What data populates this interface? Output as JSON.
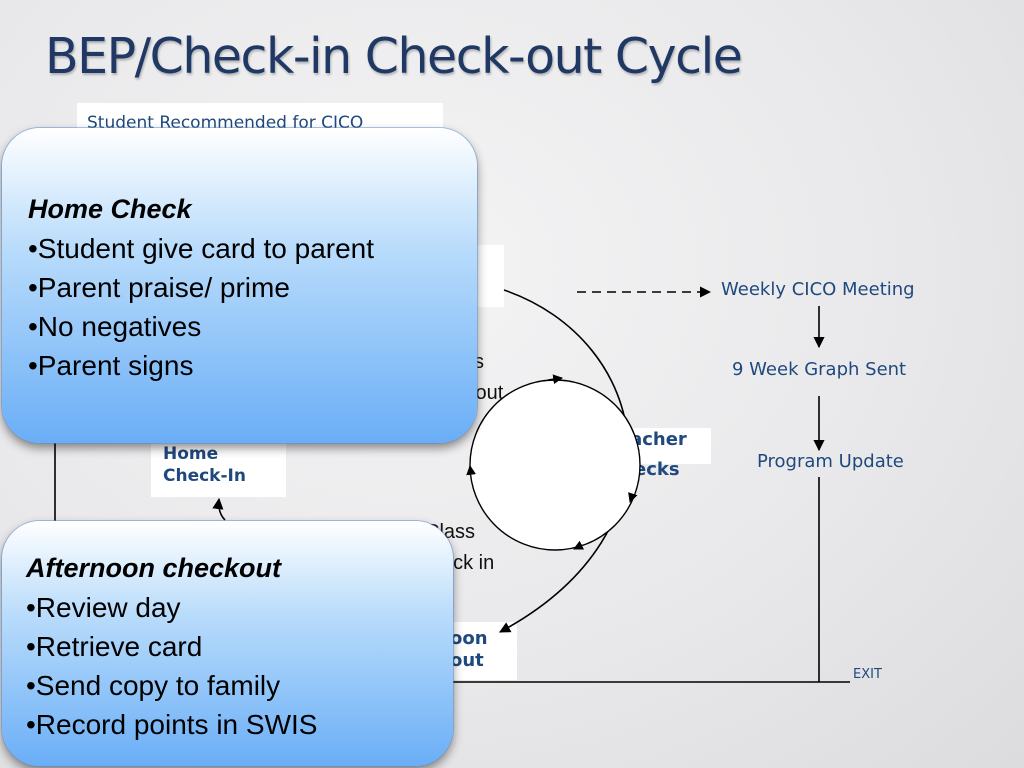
{
  "title": "BEP/Check-in Check-out Cycle",
  "boxes": {
    "recommended": "Student Recommended for CICO",
    "home_checkin_1": "Home",
    "home_checkin_2": "Check-In",
    "teacher_checks_1": "Teacher",
    "teacher_checks_2": "Checks",
    "afternoon_frag_1": "oon",
    "afternoon_frag_2": "out"
  },
  "right_flow": {
    "weekly_meeting": "Weekly CICO Meeting",
    "graph_sent": "9 Week Graph Sent",
    "program_update": "Program Update",
    "exit": "EXIT"
  },
  "cycle_fragments": {
    "s": "s",
    "k_out": "k out",
    "class": "Class",
    "eck_in": "eck in"
  },
  "callouts": {
    "home_check": {
      "title": "Home Check",
      "items": [
        "•Student give card to parent",
        "•Parent praise/ prime",
        "•No negatives",
        "•Parent signs"
      ]
    },
    "afternoon_checkout": {
      "title": "Afternoon checkout",
      "items": [
        "•Review day",
        "•Retrieve card",
        "•Send copy to family",
        "•Record points in SWIS"
      ]
    }
  },
  "colors": {
    "title": "#1f3864",
    "label_blue": "#1f497d",
    "callout_top": "#ffffff",
    "callout_bottom": "#6aaef7"
  }
}
